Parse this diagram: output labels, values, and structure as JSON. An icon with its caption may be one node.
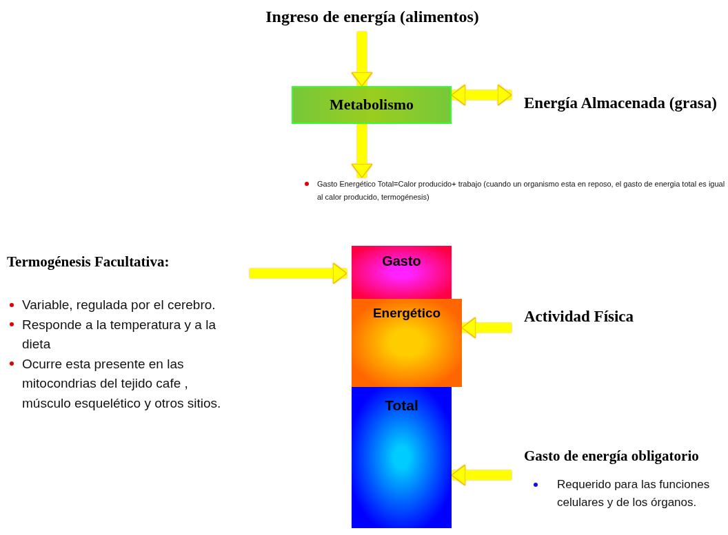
{
  "diagram": {
    "nodes": [
      {
        "text": [
          "Ingreso de energía (alimentos)"
        ]
      },
      {
        "text": [
          "Metabolismo"
        ]
      },
      {
        "text": [
          "Energía Almacenada (grasa)"
        ]
      },
      {
        "text": [
          "Gasto Energético Total=Calor producido+ trabajo (cuando un organismo esta en reposo, el gasto de energia total es igual al calor producido, termogénesis)"
        ]
      },
      {
        "text": [
          "Termogénesis Facultativa:",
          "Variable, regulada por el cerebro.",
          "Responde a la temperatura y a la dieta",
          "Ocurre esta presente en las mitocondrias del tejido cafe , músculo esquelético y otros sitios."
        ]
      },
      {
        "text": [
          "Gasto"
        ]
      },
      {
        "text": [
          "Energético"
        ]
      },
      {
        "text": [
          "Total"
        ]
      },
      {
        "text": [
          "Actividad Física"
        ]
      },
      {
        "text": [
          "Gasto de energía obligatorio",
          "Requerido para las funciones celulares y de los órganos."
        ]
      }
    ],
    "edges": [
      {
        "from": 0,
        "to": 1,
        "arrow": "to"
      },
      {
        "from": 1,
        "to": 2,
        "arrow": "both"
      },
      {
        "from": 1,
        "to": 3,
        "arrow": "to"
      },
      {
        "from": 4,
        "to": 5,
        "arrow": "to"
      },
      {
        "from": 8,
        "to": 6,
        "arrow": "to"
      },
      {
        "from": 9,
        "to": 7,
        "arrow": "to"
      }
    ]
  }
}
